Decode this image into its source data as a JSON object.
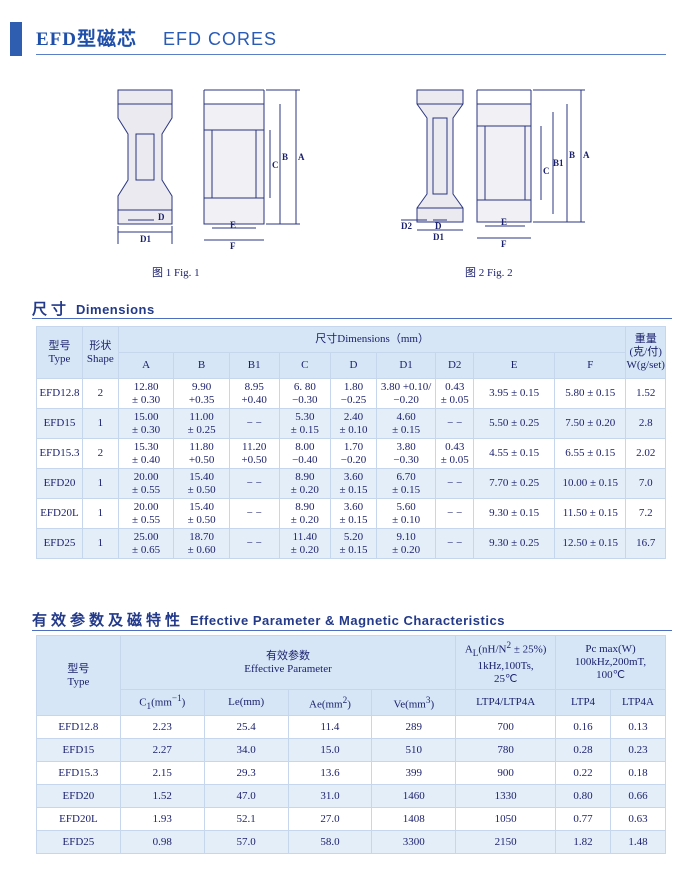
{
  "header": {
    "title_zh": "EFD型磁芯",
    "title_en": "EFD CORES"
  },
  "figures": {
    "fig1": {
      "caption": "图 1  Fig. 1",
      "labels": {
        "A": "A",
        "B": "B",
        "C": "C",
        "D": "D",
        "D1": "D1",
        "E": "E",
        "F": "F"
      }
    },
    "fig2": {
      "caption": "图 2  Fig. 2",
      "labels": {
        "A": "A",
        "B": "B",
        "B1": "B1",
        "C": "C",
        "D": "D",
        "D1": "D1",
        "D2": "D2",
        "E": "E",
        "F": "F"
      }
    }
  },
  "dimensions": {
    "title_zh": "尺寸",
    "title_en": "Dimensions",
    "h_model_zh": "型号",
    "h_model_en": "Type",
    "h_shape_zh": "形状",
    "h_shape_en": "Shape",
    "h_dims": "尺寸Dimensions（mm）",
    "h_weight_zh": "重量",
    "h_weight_zh2": "(克/付)",
    "h_weight_en": "W(g/set)",
    "cols": [
      "A",
      "B",
      "B1",
      "C",
      "D",
      "D1",
      "D2",
      "E",
      "F"
    ],
    "rows": [
      {
        "type": "EFD12.8",
        "shape": "2",
        "A": [
          "12.80",
          "± 0.30"
        ],
        "B": [
          "9.90",
          "+0.35"
        ],
        "B1": [
          "8.95",
          "+0.40"
        ],
        "C": [
          "6. 80",
          "−0.30"
        ],
        "D": [
          "1.80",
          "−0.25"
        ],
        "D1": [
          "3.80 +0.10/",
          "−0.20"
        ],
        "D2": [
          "0.43",
          "± 0.05"
        ],
        "E": "3.95 ± 0.15",
        "F": "5.80 ± 0.15",
        "W": "1.52"
      },
      {
        "type": "EFD15",
        "shape": "1",
        "A": [
          "15.00",
          "± 0.30"
        ],
        "B": [
          "11.00",
          "± 0.25"
        ],
        "B1": [
          "− −",
          ""
        ],
        "C": [
          "5.30",
          "± 0.15"
        ],
        "D": [
          "2.40",
          "± 0.10"
        ],
        "D1": [
          "4.60",
          "± 0.15"
        ],
        "D2": [
          "− −",
          ""
        ],
        "E": "5.50 ± 0.25",
        "F": "7.50 ± 0.20",
        "W": "2.8"
      },
      {
        "type": "EFD15.3",
        "shape": "2",
        "A": [
          "15.30",
          "± 0.40"
        ],
        "B": [
          "11.80",
          "+0.50"
        ],
        "B1": [
          "11.20",
          "+0.50"
        ],
        "C": [
          "8.00",
          "−0.40"
        ],
        "D": [
          "1.70",
          "−0.20"
        ],
        "D1": [
          "3.80",
          "−0.30"
        ],
        "D2": [
          "0.43",
          "± 0.05"
        ],
        "E": "4.55 ± 0.15",
        "F": "6.55 ± 0.15",
        "W": "2.02"
      },
      {
        "type": "EFD20",
        "shape": "1",
        "A": [
          "20.00",
          "± 0.55"
        ],
        "B": [
          "15.40",
          "± 0.50"
        ],
        "B1": [
          "− −",
          ""
        ],
        "C": [
          "8.90",
          "± 0.20"
        ],
        "D": [
          "3.60",
          "± 0.15"
        ],
        "D1": [
          "6.70",
          "± 0.15"
        ],
        "D2": [
          "− −",
          ""
        ],
        "E": "7.70 ± 0.25",
        "F": "10.00 ± 0.15",
        "W": "7.0"
      },
      {
        "type": "EFD20L",
        "shape": "1",
        "A": [
          "20.00",
          "± 0.55"
        ],
        "B": [
          "15.40",
          "± 0.50"
        ],
        "B1": [
          "− −",
          ""
        ],
        "C": [
          "8.90",
          "± 0.20"
        ],
        "D": [
          "3.60",
          "± 0.15"
        ],
        "D1": [
          "5.60",
          "± 0.10"
        ],
        "D2": [
          "− −",
          ""
        ],
        "E": "9.30 ± 0.15",
        "F": "11.50 ± 0.15",
        "W": "7.2"
      },
      {
        "type": "EFD25",
        "shape": "1",
        "A": [
          "25.00",
          "± 0.65"
        ],
        "B": [
          "18.70",
          "± 0.60"
        ],
        "B1": [
          "− −",
          ""
        ],
        "C": [
          "11.40",
          "± 0.20"
        ],
        "D": [
          "5.20",
          "± 0.15"
        ],
        "D1": [
          "9.10",
          "± 0.20"
        ],
        "D2": [
          "− −",
          ""
        ],
        "E": "9.30 ± 0.25",
        "F": "12.50 ± 0.15",
        "W": "16.7"
      }
    ]
  },
  "effective": {
    "title_zh": "有效参数及磁特性",
    "title_en": "Effective Parameter & Magnetic Characteristics",
    "h_model_zh": "型号",
    "h_model_en": "Type",
    "h_param_zh": "有效参数",
    "h_param_en": "Effective Parameter",
    "h_al_1": "A",
    "h_al_sub": "L",
    "h_al_2": "(nH/N",
    "h_al_sup": "2",
    "h_al_3": " ± 25%)",
    "h_al_line2": "1kHz,100Ts,",
    "h_al_line3": "25℃",
    "h_pc_1": "Pc max(W)",
    "h_pc_2": "100kHz,200mT,",
    "h_pc_3": "100℃",
    "h_c1": "C",
    "h_c1_sub": "1",
    "h_c1_unit": "(mm",
    "h_c1_sup": "−1",
    "h_c1_close": ")",
    "h_le": "Le(mm)",
    "h_ae": "Ae(mm",
    "h_ae_sup": "2",
    "h_ae_close": ")",
    "h_ve": "Ve(mm",
    "h_ve_sup": "3",
    "h_ve_close": ")",
    "h_ltp_mat": "LTP4/LTP4A",
    "h_ltp4": "LTP4",
    "h_ltp4a": "LTP4A",
    "rows": [
      {
        "type": "EFD12.8",
        "c1": "2.23",
        "le": "25.4",
        "ae": "11.4",
        "ve": "289",
        "al": "700",
        "ltp4": "0.16",
        "ltp4a": "0.13"
      },
      {
        "type": "EFD15",
        "c1": "2.27",
        "le": "34.0",
        "ae": "15.0",
        "ve": "510",
        "al": "780",
        "ltp4": "0.28",
        "ltp4a": "0.23"
      },
      {
        "type": "EFD15.3",
        "c1": "2.15",
        "le": "29.3",
        "ae": "13.6",
        "ve": "399",
        "al": "900",
        "ltp4": "0.22",
        "ltp4a": "0.18"
      },
      {
        "type": "EFD20",
        "c1": "1.52",
        "le": "47.0",
        "ae": "31.0",
        "ve": "1460",
        "al": "1330",
        "ltp4": "0.80",
        "ltp4a": "0.66"
      },
      {
        "type": "EFD20L",
        "c1": "1.93",
        "le": "52.1",
        "ae": "27.0",
        "ve": "1408",
        "al": "1050",
        "ltp4": "0.77",
        "ltp4a": "0.63"
      },
      {
        "type": "EFD25",
        "c1": "0.98",
        "le": "57.0",
        "ae": "58.0",
        "ve": "3300",
        "al": "2150",
        "ltp4": "1.82",
        "ltp4a": "1.48"
      }
    ]
  }
}
